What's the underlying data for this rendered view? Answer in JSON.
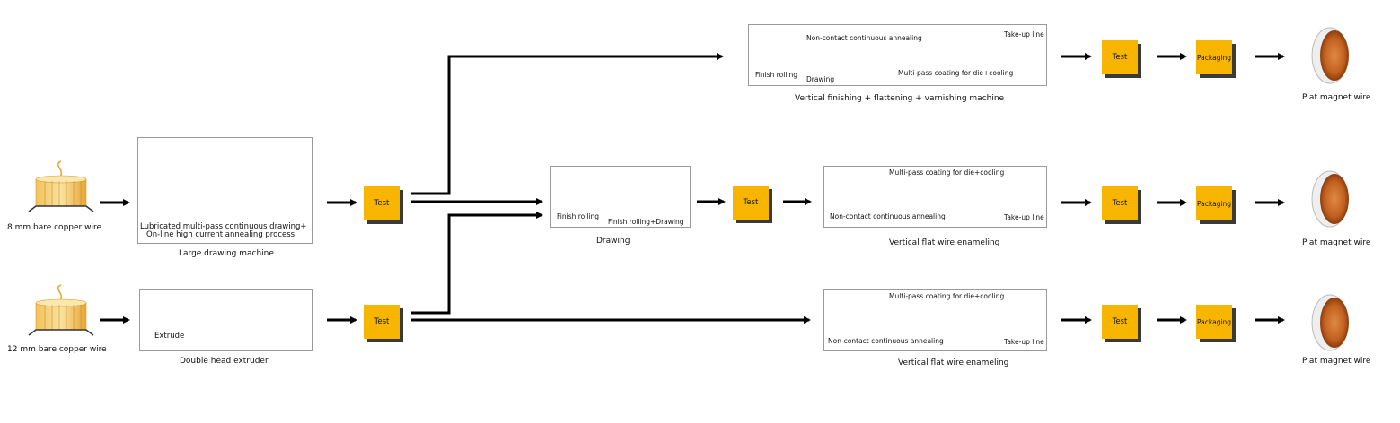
{
  "sources": {
    "wire8": "8 mm bare copper wire",
    "wire12": "12 mm bare copper wire"
  },
  "large_drawing": {
    "caption": "Large drawing machine",
    "process_line1": "Lubricated multi-pass continuous drawing+",
    "process_line2": "On-line high current annealing process"
  },
  "extruder": {
    "caption": "Double head extruder",
    "inner": "Extrude"
  },
  "drawing": {
    "caption": "Drawing",
    "finish_rolling": "Finish rolling",
    "finish_rolling_drawing": "Finish rolling+Drawing"
  },
  "vertical_finishing": {
    "caption": "Vertical finishing + flattening + varnishing machine",
    "non_contact": "Non-contact continuous annealing",
    "take_up": "Take-up line",
    "finish_rolling": "Finish rolling",
    "drawing": "Drawing",
    "coating": "Multi-pass coating for die+cooling"
  },
  "enameling_mid": {
    "caption": "Vertical flat wire enameling",
    "coating": "Multi-pass coating for die+cooling",
    "non_contact": "Non-contact continuous annealing",
    "take_up": "Take-up line"
  },
  "enameling_bottom": {
    "caption": "Vertical flat wire enameling",
    "coating": "Multi-pass coating for die+cooling",
    "non_contact": "Non-contact continuous annealing",
    "take_up": "Take-up line"
  },
  "steps": {
    "test": "Test",
    "packaging": "Packaging"
  },
  "product": "Plat magnet wire",
  "colors": {
    "test_fill": "#f7b500",
    "copper": "#c8702a",
    "copper_spool": "#f0b43c",
    "machine_red": "#e0383a",
    "machine_teal": "#2aa6a6"
  }
}
